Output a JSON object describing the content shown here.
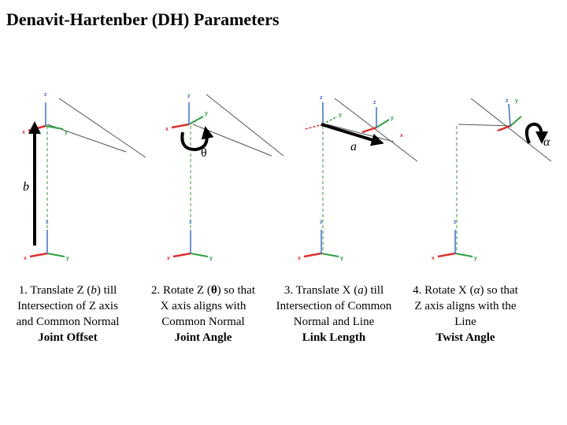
{
  "title": "Denavit-Hartenber (DH) Parameters",
  "labels": {
    "b": "b",
    "theta": "θ",
    "a": "a",
    "alpha": "α"
  },
  "axis_labels": {
    "x": "x",
    "y": "y",
    "z": "z"
  },
  "colors": {
    "x_axis": "#e03030",
    "y_axis": "#2aa040",
    "z_axis": "#3a6fd8",
    "joint_axis": "#3a9a3a",
    "common_normal": "#555555"
  },
  "steps": [
    {
      "line1_pre": "1. Translate Z (",
      "param": "b",
      "line1_post": ") till",
      "line2": "Intersection of Z axis",
      "line3": "and Common Normal",
      "name": "Joint Offset"
    },
    {
      "line1_pre": "2. Rotate Z (",
      "param": "θ",
      "line1_post": ") so that",
      "line2": "X axis aligns with",
      "line3": "Common Normal",
      "name": "Joint Angle"
    },
    {
      "line1_pre": "3. Translate X (",
      "param": "a",
      "line1_post": ") till",
      "line2": "Intersection of Common",
      "line3": "Normal and Line",
      "name": "Link Length"
    },
    {
      "line1_pre": "4. Rotate X (",
      "param": "α",
      "line1_post": ") so that",
      "line2": "Z axis aligns with the",
      "line3": "Line",
      "name": "Twist Angle"
    }
  ]
}
